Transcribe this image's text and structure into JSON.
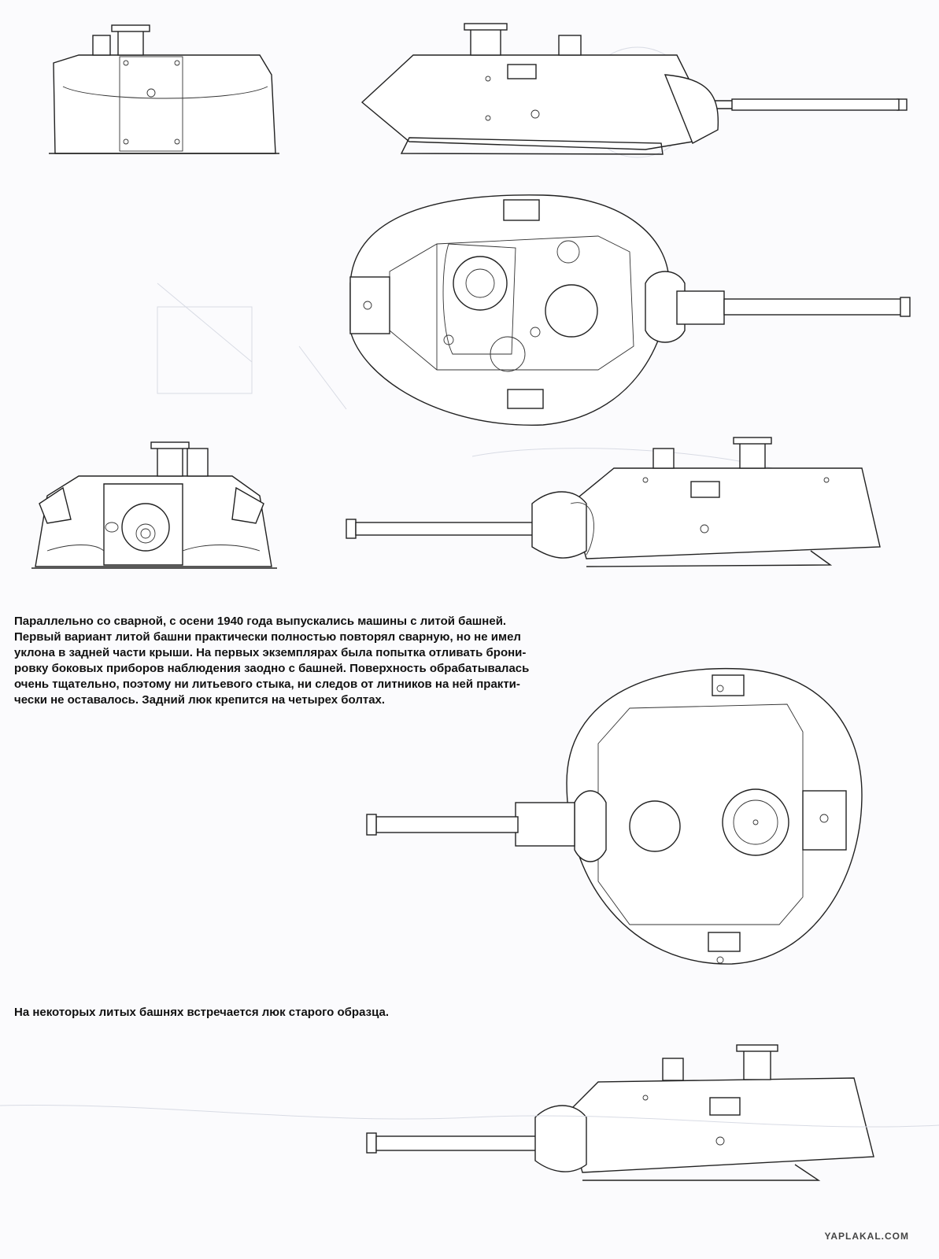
{
  "captions": {
    "cast_turret": [
      "Параллельно со сварной, с осени 1940 года выпускались машины с литой башней.",
      "Первый вариант литой башни практически полностью повторял сварную, но не имел",
      "уклона в задней части крыши. На первых экземплярах была попытка отливать брони-",
      "ровку боковых приборов наблюдения заодно с башней. Поверхность обрабатывалась",
      "очень тщательно, поэтому ни литьевого стыка, ни следов от литников на ней практи-",
      "чески не оставалось. Задний люк крепится на четырех болтах."
    ],
    "old_hatch": "На некоторых литых башнях встречается люк старого образца."
  },
  "watermark": "YAPLAKAL.COM"
}
